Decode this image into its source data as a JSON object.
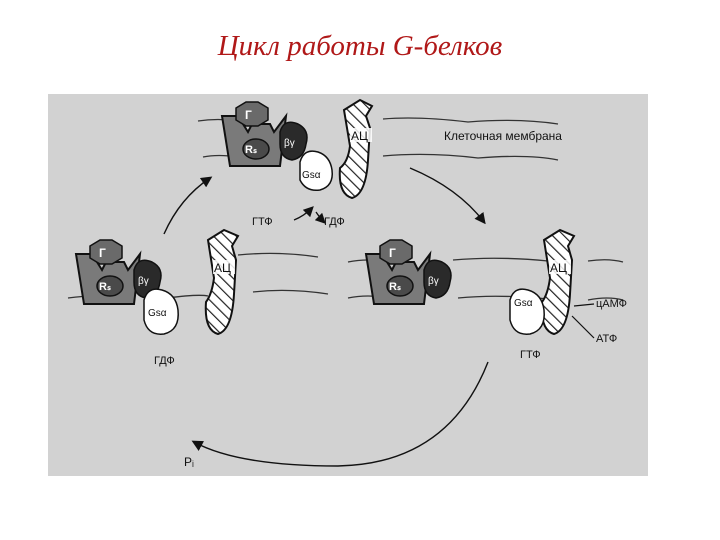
{
  "title": "Цикл работы  G-белков",
  "labels": {
    "membrane": "Клеточная мембрана",
    "hormone": "Г",
    "receptor": "Rₛ",
    "beta_gamma": "βγ",
    "g_alpha": "Gsα",
    "adenylate_cyclase": "АЦ",
    "gtp": "ГТФ",
    "gdp": "ГДФ",
    "camp": "цАМФ",
    "atp": "АТФ",
    "phosphate": "Pᵢ"
  },
  "colors": {
    "title": "#b01818",
    "panel": "#d2d2d2",
    "receptor": "#7a7a7a",
    "dark_subunit": "#2a2a2a",
    "line": "#111111"
  },
  "icons": [
    "receptor-icon",
    "beta-gamma-icon",
    "g-alpha-icon",
    "adenylate-cyclase-icon",
    "cycle-arrow-icon"
  ]
}
